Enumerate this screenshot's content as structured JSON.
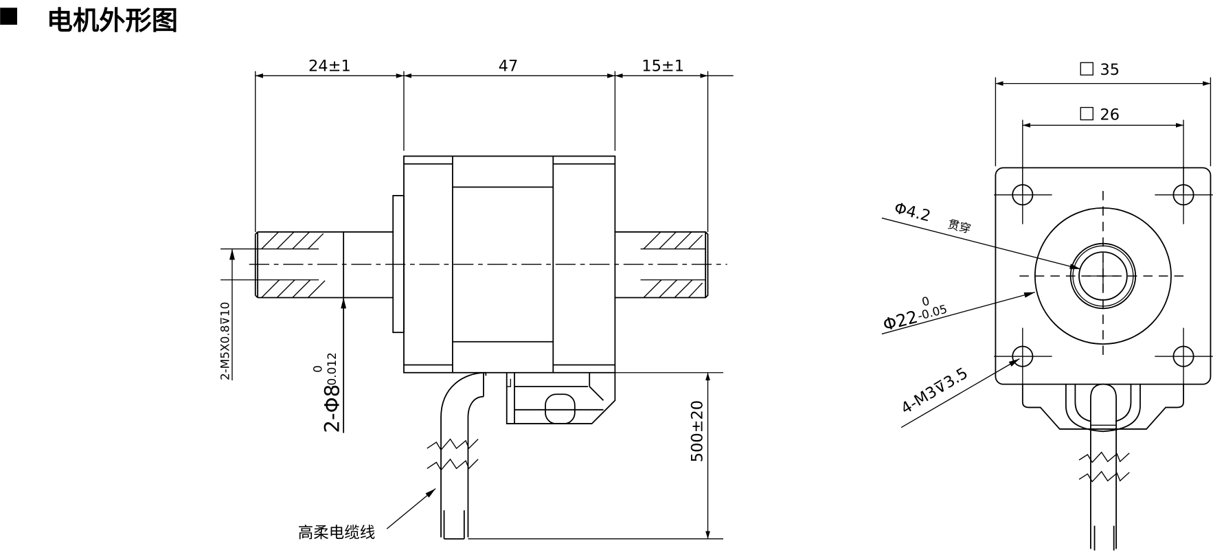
{
  "title": "电机外形图",
  "side_view": {
    "dim_rear_shaft": "24±1",
    "dim_body": "47",
    "dim_front_shaft": "15±1",
    "dim_thread": "2-M5X0.8⊽10",
    "dim_shaft_dia": "2-Φ8",
    "dim_shaft_tol_upper": "0",
    "dim_shaft_tol_lower": "-0.012",
    "dim_cable_length": "500±20",
    "cable_label": "高柔电缆线"
  },
  "front_view": {
    "dim_outer": "35",
    "dim_holes": "26",
    "dim_through_hole": "Φ4.2",
    "through_label": "贯穿",
    "dim_boss": "Φ22",
    "dim_boss_tol_upper": "0",
    "dim_boss_tol_lower": "-0.05",
    "dim_mount_holes": "4-M3⊽3.5"
  }
}
